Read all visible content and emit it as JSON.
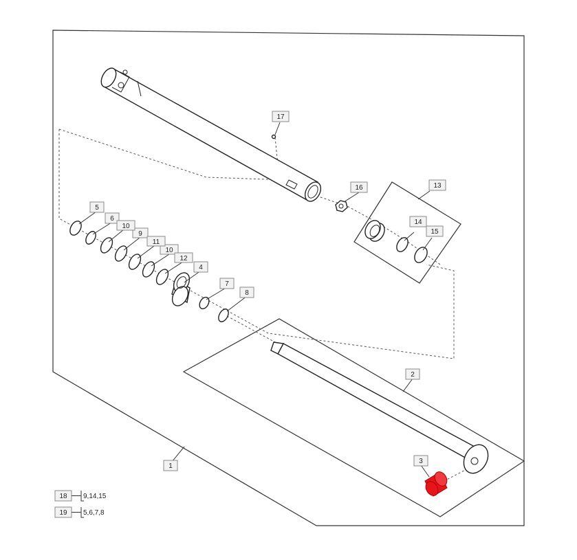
{
  "callouts": [
    {
      "id": "c1",
      "label": "1"
    },
    {
      "id": "c2",
      "label": "2"
    },
    {
      "id": "c3",
      "label": "3",
      "highlighted": true
    },
    {
      "id": "c4",
      "label": "4"
    },
    {
      "id": "c5",
      "label": "5"
    },
    {
      "id": "c6",
      "label": "6"
    },
    {
      "id": "c7",
      "label": "7"
    },
    {
      "id": "c8",
      "label": "8"
    },
    {
      "id": "c9",
      "label": "9"
    },
    {
      "id": "c10a",
      "label": "10"
    },
    {
      "id": "c10b",
      "label": "10"
    },
    {
      "id": "c11",
      "label": "11"
    },
    {
      "id": "c12",
      "label": "12"
    },
    {
      "id": "c13",
      "label": "13"
    },
    {
      "id": "c14",
      "label": "14"
    },
    {
      "id": "c15",
      "label": "15"
    },
    {
      "id": "c16",
      "label": "16"
    },
    {
      "id": "c17",
      "label": "17"
    }
  ],
  "legend": [
    {
      "kit": "18",
      "parts": "9,14,15"
    },
    {
      "kit": "19",
      "parts": "5,6,7,8"
    }
  ],
  "colors": {
    "highlight": "#e8141a",
    "line": "#222222",
    "label_fill": "#f2f2f2"
  }
}
